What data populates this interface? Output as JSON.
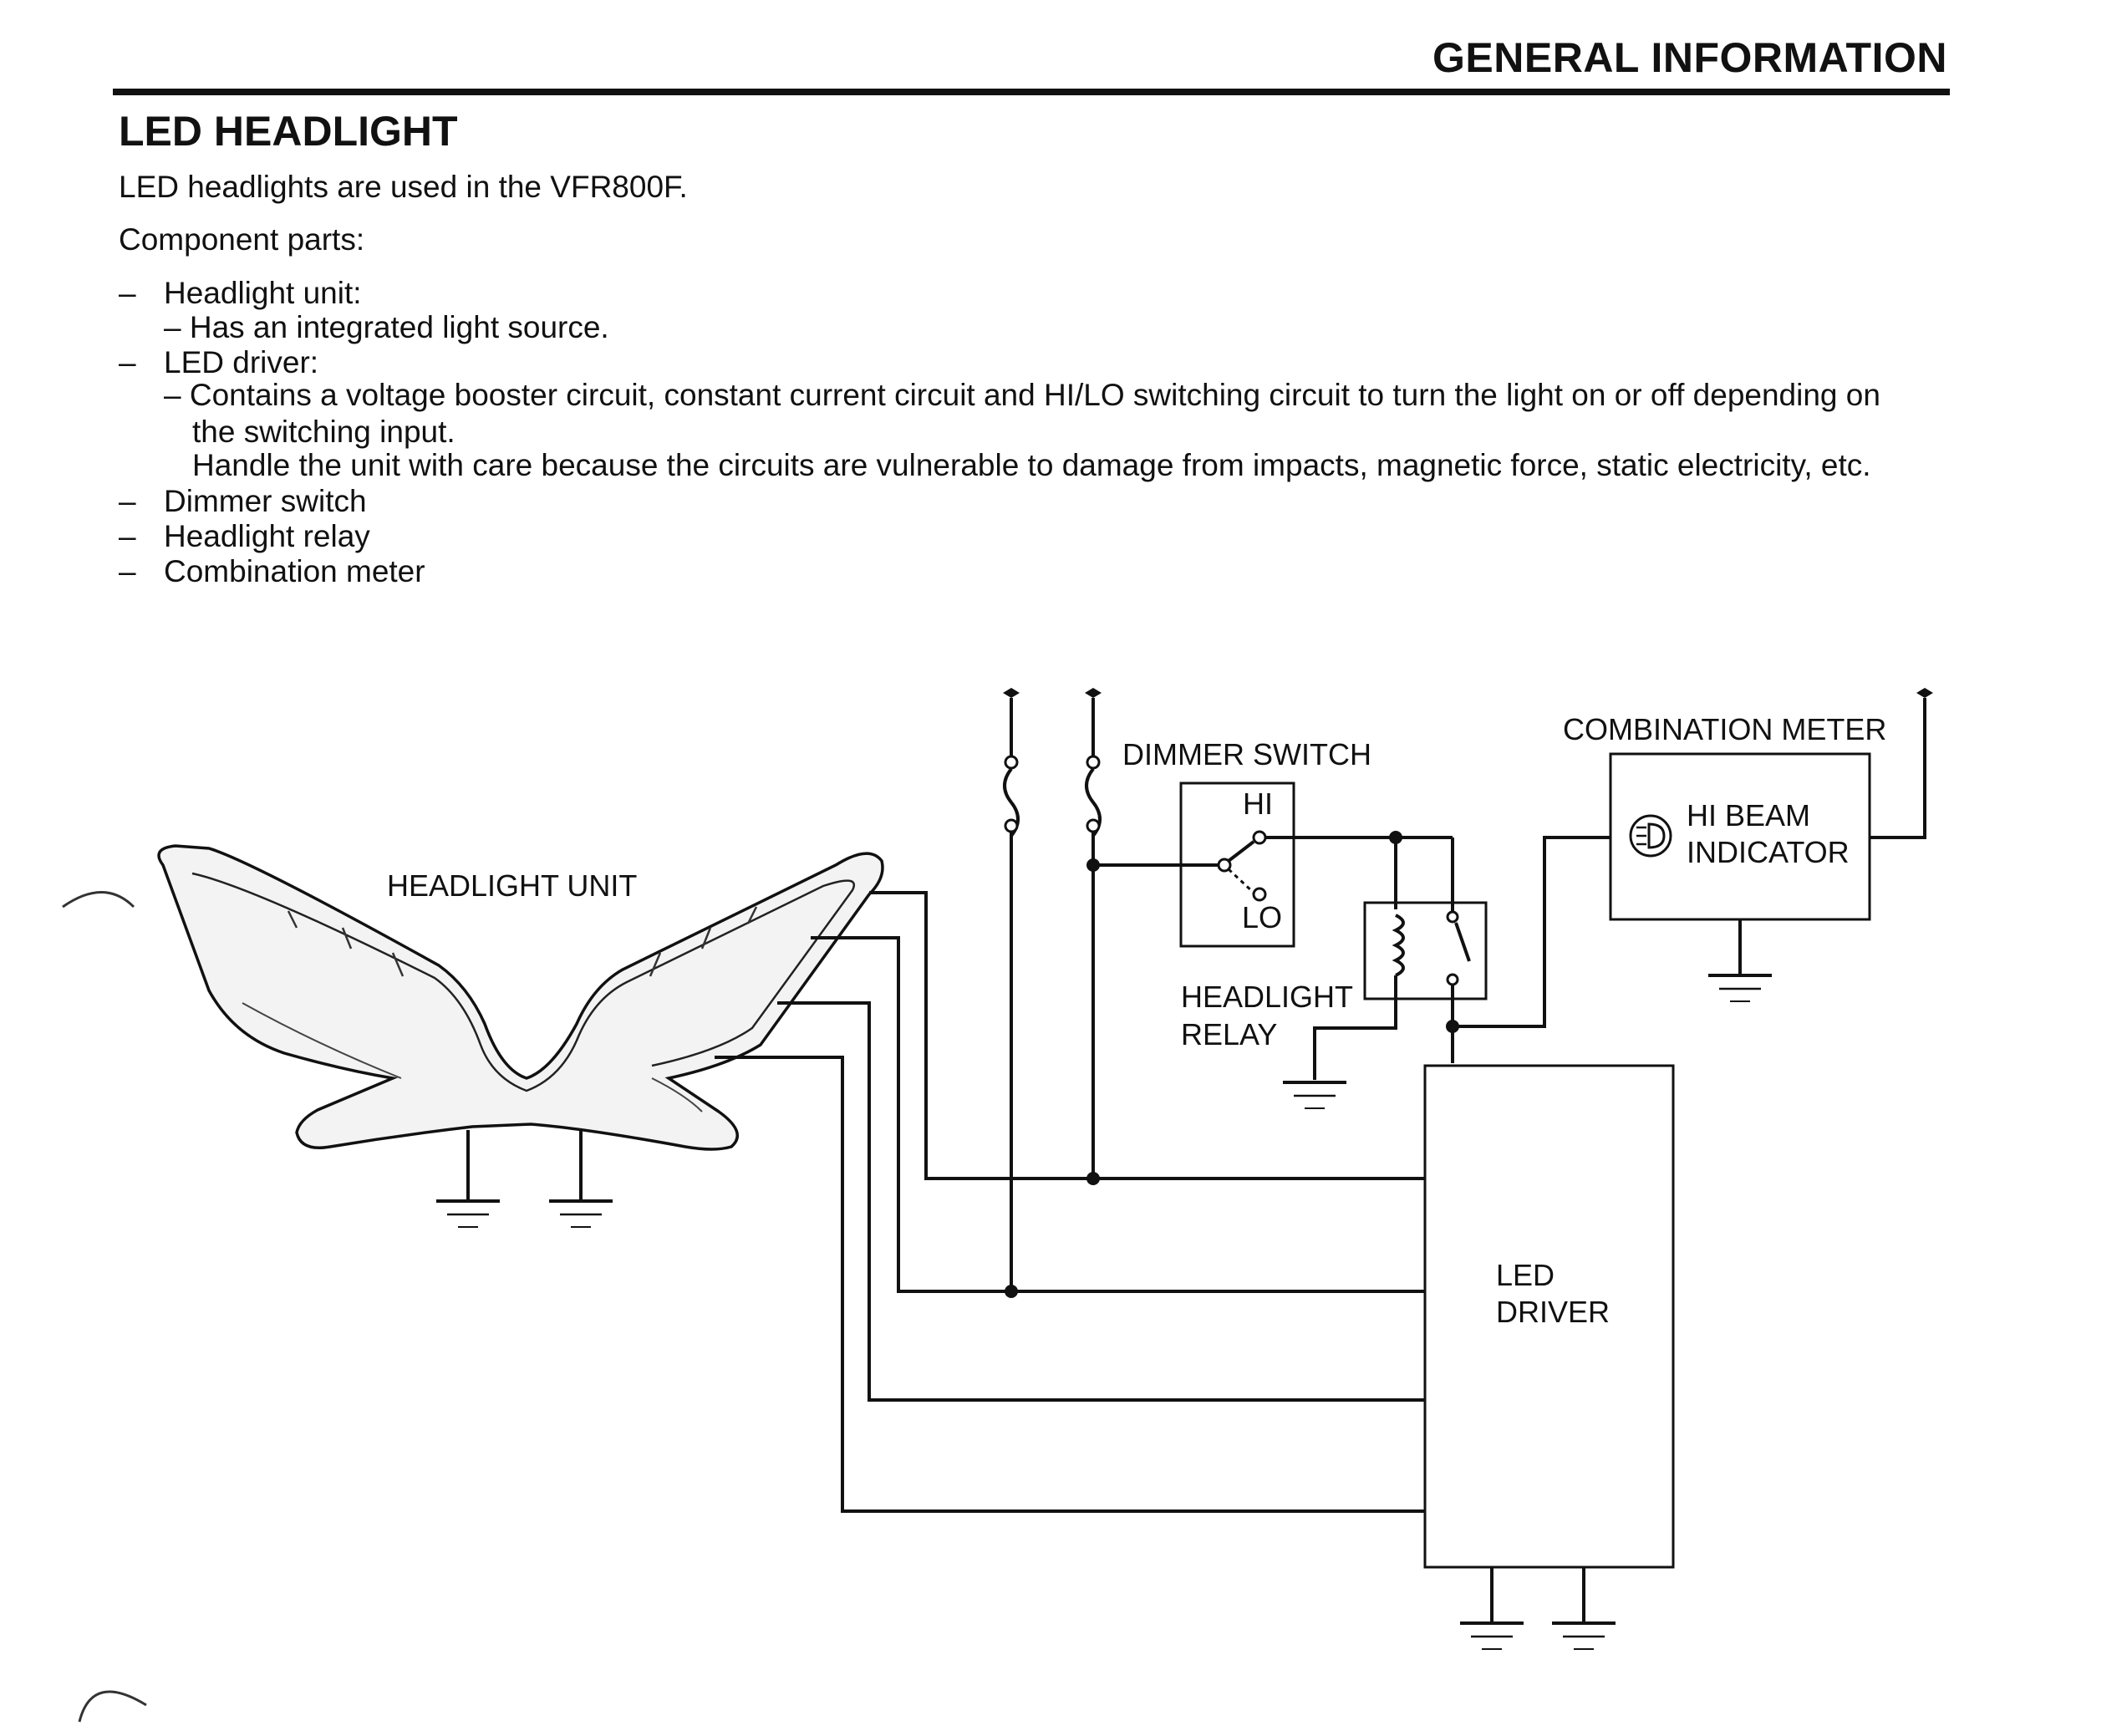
{
  "header": {
    "title": "GENERAL INFORMATION"
  },
  "section": {
    "title": "LED HEADLIGHT",
    "intro": "LED headlights are used in the VFR800F.",
    "parts_heading": "Component parts:",
    "parts": [
      {
        "label": "Headlight unit:",
        "sub": [
          "– Has an integrated light source."
        ]
      },
      {
        "label": "LED driver:",
        "sub": [
          "– Contains a voltage booster circuit, constant current circuit and HI/LO switching circuit to turn the light on or off depending on",
          "the switching input.",
          "Handle the unit with care because the circuits are vulnerable to damage from impacts, magnetic force, static electricity, etc."
        ]
      },
      {
        "label": "Dimmer switch"
      },
      {
        "label": "Headlight relay"
      },
      {
        "label": "Combination meter"
      }
    ],
    "dash_char": "–"
  },
  "diagram": {
    "headlight_unit": "HEADLIGHT UNIT",
    "dimmer_switch": "DIMMER SWITCH",
    "hi": "HI",
    "lo": "LO",
    "headlight_relay_line1": "HEADLIGHT",
    "headlight_relay_line2": "RELAY",
    "combination_meter": "COMBINATION METER",
    "hi_beam_line1": "HI BEAM",
    "hi_beam_line2": "INDICATOR",
    "led_driver_line1": "LED",
    "led_driver_line2": "DRIVER",
    "indicator_icon": "headlight-beam-icon"
  }
}
